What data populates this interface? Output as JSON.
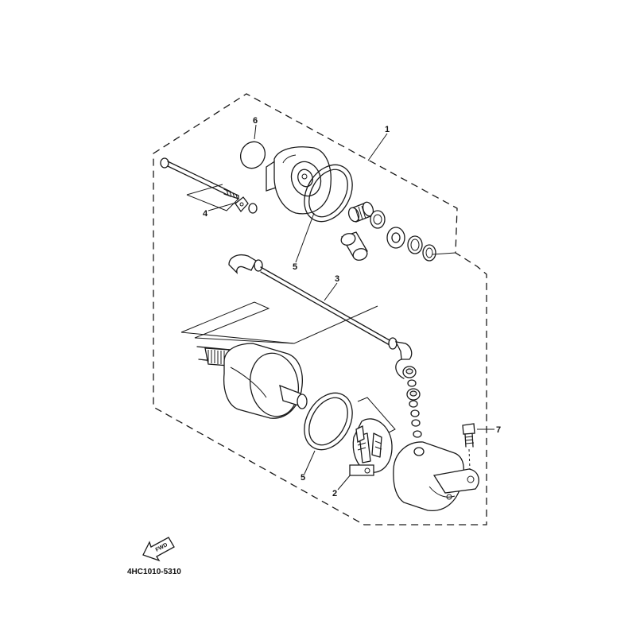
{
  "diagram": {
    "callouts": {
      "c1": "1",
      "c2": "2",
      "c3": "3",
      "c4": "4",
      "c5a": "5",
      "c5b": "5",
      "c6": "6",
      "c7": "7"
    },
    "fwd_label": "FWD",
    "drawing_code": "4HC1010-5310"
  }
}
